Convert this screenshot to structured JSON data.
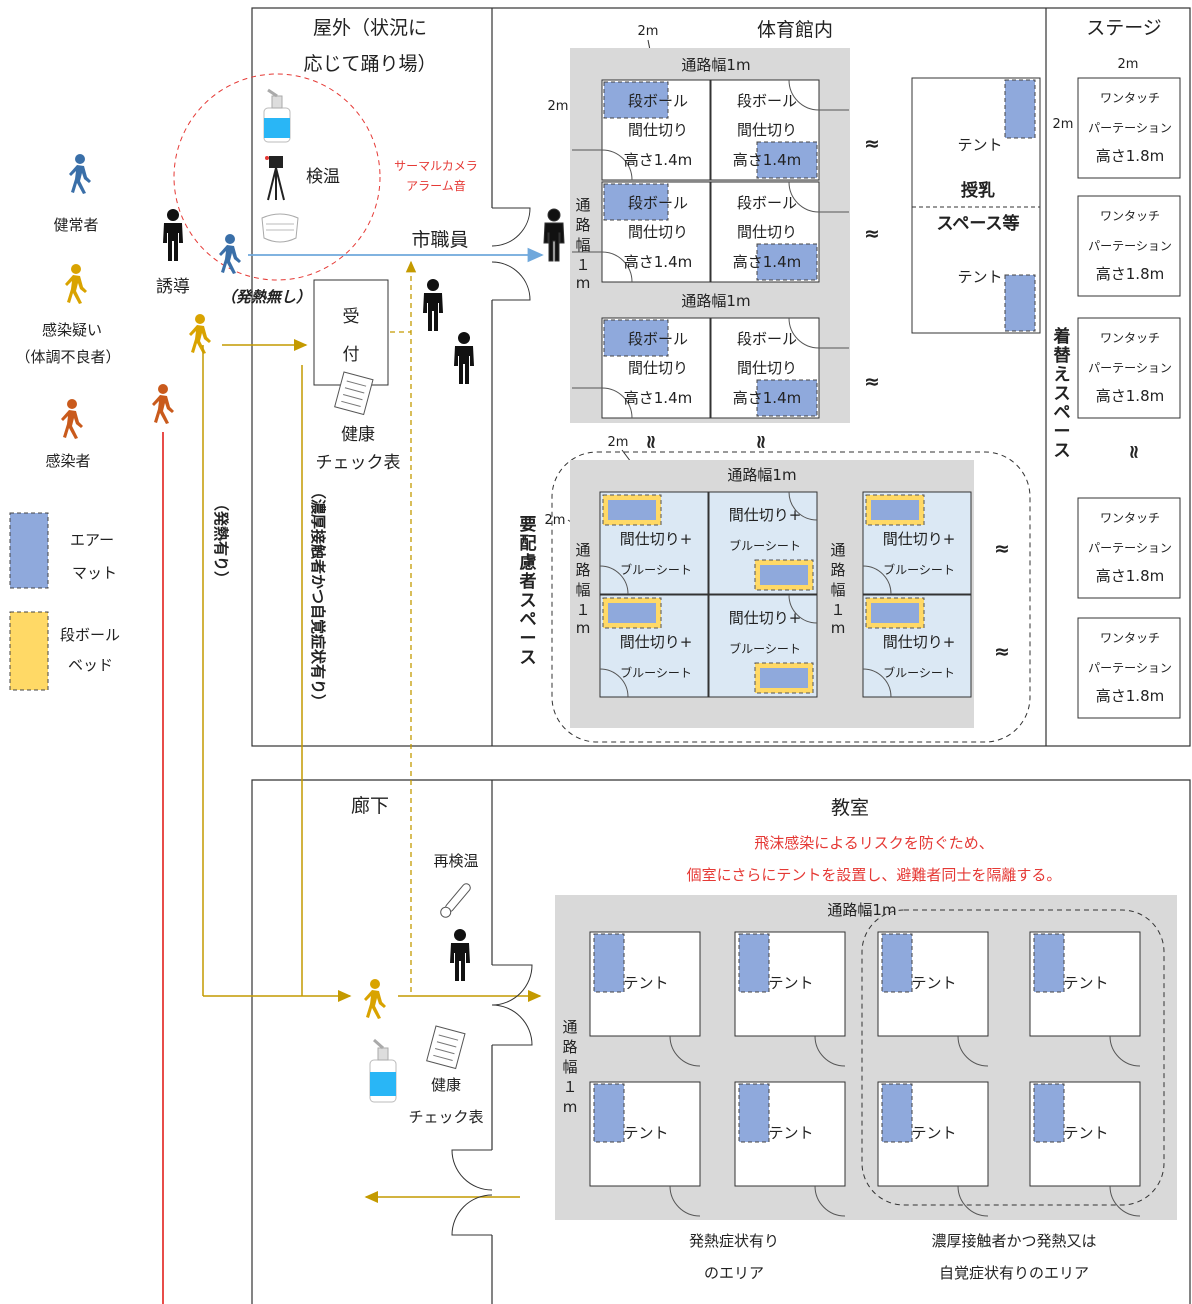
{
  "legend": {
    "healthy": "健常者",
    "suspected_line1": "感染疑い",
    "suspected_line2": "（体調不良者）",
    "infected": "感染者",
    "airmat_line1": "エアー",
    "airmat_line2": "マット",
    "cardbed_line1": "段ボール",
    "cardbed_line2": "ベッド"
  },
  "colors": {
    "healthy": "#3a6fa8",
    "suspected": "#d9a300",
    "infected": "#c95a1c",
    "airmat": "#8fa9dc",
    "cardbed": "#ffd966",
    "partition_bg": "#dbe8f4",
    "aisle": "#d9d9d9",
    "route_healthy": "#6fa8dc",
    "route_suspected": "#c49a00",
    "route_infected": "#e53935"
  },
  "outdoor": {
    "title_line1": "屋外（状況に",
    "title_line2": "応じて踊り場）",
    "thermometer_label": "検温",
    "camera_line1": "サーマルカメラ",
    "camera_line2": "アラーム音",
    "guide_label": "誘導",
    "staff_label": "市職員",
    "no_fever": "（発熱無し）",
    "reception_line1": "受",
    "reception_line2": "付",
    "checklist_line1": "健康",
    "checklist_line2": "チェック表",
    "fever_vertical": "（発熱有り）",
    "contact_vertical": "（濃厚接触者かつ自覚症状有り）"
  },
  "gym": {
    "title": "体育館内",
    "size_2m": "2m",
    "aisle_1m": "通路幅1m",
    "aisle_vertical": "通路幅１m",
    "cell_line1": "段ボール",
    "cell_line2": "間仕切り",
    "cell_line3": "高さ1.4m",
    "wave": "≈",
    "wave_vertical": "≈",
    "nursing_tent": "テント",
    "nursing_line1": "授乳",
    "nursing_line2": "スペース等",
    "care_space": "要配慮者スペース",
    "care_cell_line1": "間仕切り+",
    "care_cell_line2": "ブルーシート"
  },
  "stage": {
    "title": "ステージ",
    "size_2m": "2m",
    "change_space": "着替えスペース",
    "panel_line1": "ワンタッチ",
    "panel_line2": "パーテーション",
    "panel_line3": "高さ1.8m"
  },
  "corridor": {
    "title": "廊下",
    "recheck": "再検温",
    "checklist_line1": "健康",
    "checklist_line2": "チェック表"
  },
  "classroom": {
    "title": "教室",
    "note_line1": "飛沫感染によるリスクを防ぐため、",
    "note_line2": "個室にさらにテントを設置し、避難者同士を隔離する。",
    "aisle_1m": "通路幅1m",
    "aisle_vertical": "通路幅１m",
    "tent": "テント",
    "fever_area_line1": "発熱症状有り",
    "fever_area_line2": "のエリア",
    "contact_area_line1": "濃厚接触者かつ発熱又は",
    "contact_area_line2": "自覚症状有りのエリア"
  }
}
